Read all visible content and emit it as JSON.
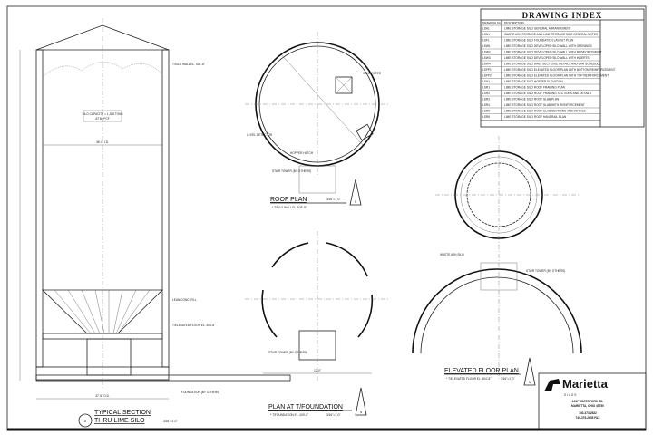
{
  "drawing_index": {
    "title": "DRAWING INDEX",
    "col_number": "DRAWING No.",
    "col_description": "DESCRIPTION",
    "rows": [
      {
        "no": "LSA1",
        "desc": "LIME STORAGE SILO GENERAL ARRANGEMENT"
      },
      {
        "no": "LSN1",
        "desc": "WASTE ASH STORAGE AND LIME STORAGE SILO GENERAL NOTES"
      },
      {
        "no": "LSF1",
        "desc": "LIME STORAGE SILO FOUNDATION LAYOUT PLAN"
      },
      {
        "no": "LSW1",
        "desc": "LIME STORAGE SILO DEVELOPED SILO WALL WITH OPENINGS"
      },
      {
        "no": "LSW2",
        "desc": "LIME STORAGE SILO DEVELOPED SILO WALL WITH REINFORCEMENT"
      },
      {
        "no": "LSW3",
        "desc": "LIME STORAGE SILO DEVELOPED SILO WALL WITH INSERTS"
      },
      {
        "no": "LSW4",
        "desc": "LIME STORAGE SILO WALL SECTIONS, DETAILS AND BAR SCHEDULE"
      },
      {
        "no": "LSFP1",
        "desc": "LIME STORAGE SILO ELEVATED FLOOR PLAN WITH BOTTOM REINFORCEMENT"
      },
      {
        "no": "LSFP2",
        "desc": "LIME STORAGE SILO ELEVATED FLOOR PLAN WITH TOP REINFORCEMENT"
      },
      {
        "no": "LSH1",
        "desc": "LIME STORAGE SILO HOPPER ELEVATION"
      },
      {
        "no": "LSR1",
        "desc": "LIME STORAGE SILO ROOF FRAMING PLAN"
      },
      {
        "no": "LSR2",
        "desc": "LIME STORAGE SILO ROOF FRAMING SECTIONS AND DETAILS"
      },
      {
        "no": "LSR3",
        "desc": "LIME STORAGE SILO ROOF SLAB PLAN"
      },
      {
        "no": "LSR4",
        "desc": "LIME STORAGE SILO ROOF SLAB WITH REINFORCEMENT"
      },
      {
        "no": "LSR5",
        "desc": "LIME STORAGE SILO ROOF SLAB SECTIONS AND DETAILS"
      },
      {
        "no": "LSR6",
        "desc": "LIME STORAGE SILO ROOF HANDRAIL PLAN"
      }
    ]
  },
  "title_block": {
    "company": "Marietta",
    "company_sub": "SILOS",
    "address1": "2417 WATERFORD RD.",
    "address2": "MARIETTA, OHIO 45750",
    "phone": "740-373-2822",
    "fax": "740-376-2635 FAX"
  },
  "views": {
    "section": {
      "title1": "TYPICAL SECTION",
      "title2": "THRU LIME SILO",
      "mark": "A",
      "scale": "3/16\"=1'-0\"",
      "capacity1": "SILO CAPACITY = 1,288 TONS",
      "capacity2": "AT 60 PCF",
      "dim_width": "37'-6\" O.D.",
      "dim_inner": "36'-0\" I.D.",
      "foundation_note": "FOUNDATION (BY OTHERS)",
      "floor_note": "T/ELEVATED FLOOR EL. 404'-8\"",
      "cone_note": "LEAN CONC. FILL",
      "roof_note": "T/SILO WALL EL. 528'-8\""
    },
    "roof_plan": {
      "title": "ROOF PLAN",
      "scale": "3/16\"=1'-0\"",
      "note": "* T/SILO WALL EL. 528'-8\"",
      "vent_note": "VENT FILTER",
      "hatch_note": "HOPPER HATCH",
      "level_note": "LEVEL DETECTOR",
      "stair_note": "STAIR TOWER (BY OTHERS)"
    },
    "foundation_plan": {
      "title": "PLAN AT T/FOUNDATION",
      "scale": "3/16\"=1'-0\"",
      "note": "* T/FOUNDATION EL. 400'-0\"",
      "stair_note": "STAIR TOWER (BY OTHERS)",
      "dim": "12'-0\""
    },
    "floor_plan": {
      "title": "ELEVATED FLOOR PLAN",
      "scale": "3/16\"=1'-0\"",
      "note": "* T/ELEVATED FLOOR EL. 404'-8\"",
      "stair_note": "STAIR TOWER (BY OTHERS)",
      "waste_note": "WASTE ASH SILO"
    },
    "north": "N"
  }
}
